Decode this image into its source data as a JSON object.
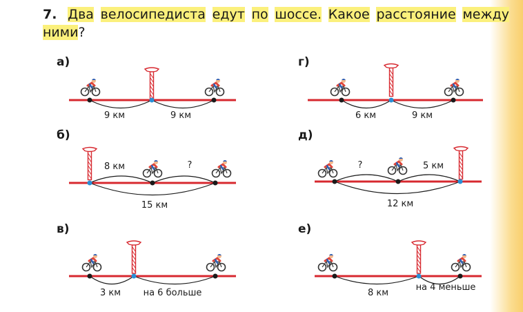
{
  "task": {
    "number": "7.",
    "words": [
      "Два",
      "велосипедиста",
      "едут",
      "по",
      "шоссе.",
      "Какое",
      "расстояние",
      "между"
    ],
    "line2_word": "ними",
    "line2_tail": "?"
  },
  "panels": [
    {
      "label": "а)",
      "segments": [
        "9 км",
        "9 км"
      ]
    },
    {
      "label": "г)",
      "segments": [
        "6 км",
        "9 км"
      ]
    },
    {
      "label": "б)",
      "segments": [
        "8 км",
        "?"
      ],
      "total": "15 км"
    },
    {
      "label": "д)",
      "segments": [
        "?",
        "5 км"
      ],
      "total": "12 км"
    },
    {
      "label": "в)",
      "segments": [
        "3 км",
        "на 6 больше"
      ]
    },
    {
      "label": "е)",
      "segments": [
        "8 км",
        "на 4 меньше"
      ]
    }
  ],
  "colors": {
    "road": "#d7282f",
    "highlight": "#fbf07c",
    "marker_blue": "#2a8fd6",
    "edge": "#f9cf6e"
  },
  "icons": [
    "cyclist-icon",
    "road-sign-icon"
  ]
}
